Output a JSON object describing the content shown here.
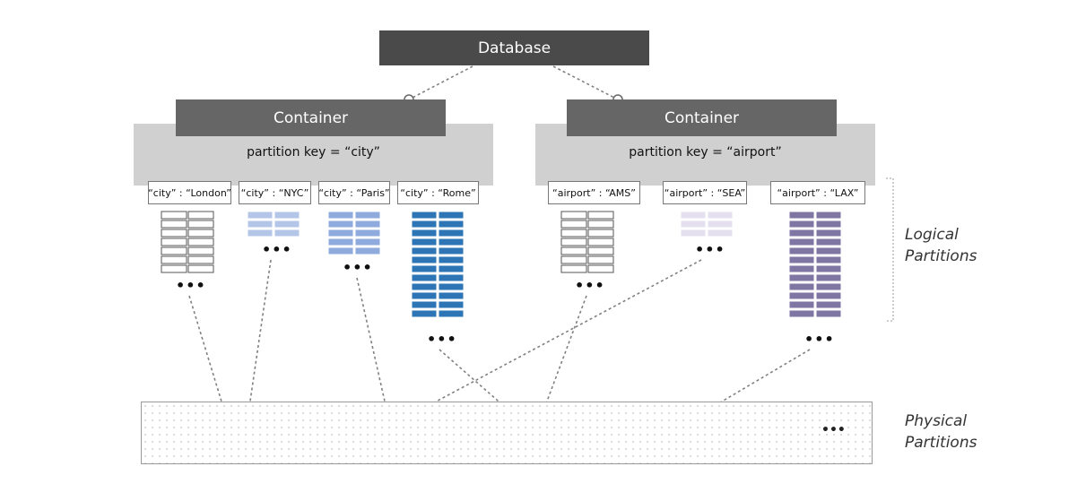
{
  "database_label": "Database",
  "containers": [
    {
      "label": "Container",
      "partition_key_text": "partition key = “city”",
      "values": [
        {
          "text": "“city” : “London”",
          "color": "#ffffff",
          "rows": 7
        },
        {
          "text": "“city” : “NYC”",
          "color": "#b4c6e7",
          "rows": 3
        },
        {
          "text": "“city” : “Paris”",
          "color": "#8faadc",
          "rows": 5
        },
        {
          "text": "“city” : “Rome”",
          "color": "#2e75b6",
          "rows": 12
        }
      ]
    },
    {
      "label": "Container",
      "partition_key_text": "partition key = “airport”",
      "values": [
        {
          "text": "“airport” : “AMS”",
          "color": "#ffffff",
          "rows": 7
        },
        {
          "text": "“airport” : “SEA”",
          "color": "#e4e0ef",
          "rows": 3
        },
        {
          "text": "“airport” : “LAX”",
          "color": "#8076a3",
          "rows": 12
        }
      ]
    }
  ],
  "ellipsis": "•••",
  "logical_label_line1": "Logical",
  "logical_label_line2": "Partitions",
  "physical_label_line1": "Physical",
  "physical_label_line2": "Partitions",
  "physical_more": "•••"
}
